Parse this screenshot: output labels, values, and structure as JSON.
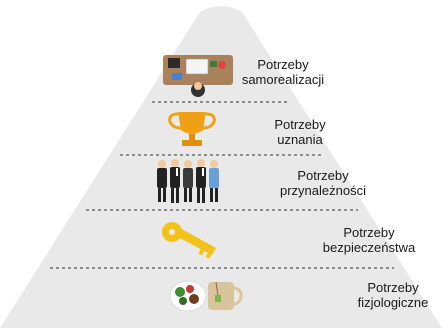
{
  "pyramid": {
    "fill_color": "#e9e9e9",
    "divider_color": "#555555",
    "levels": [
      {
        "line1": "Potrzeby",
        "line2": "samorealizacji",
        "icon": "workspace-desk-icon"
      },
      {
        "line1": "Potrzeby",
        "line2": "uznania",
        "icon": "trophy-icon"
      },
      {
        "line1": "Potrzeby",
        "line2": "przynależności",
        "icon": "group-of-people-icon"
      },
      {
        "line1": "Potrzeby",
        "line2": "bezpieczeństwa",
        "icon": "key-icon"
      },
      {
        "line1": "Potrzeby",
        "line2": "fizjologiczne",
        "icon": "food-and-drink-icon"
      }
    ]
  }
}
